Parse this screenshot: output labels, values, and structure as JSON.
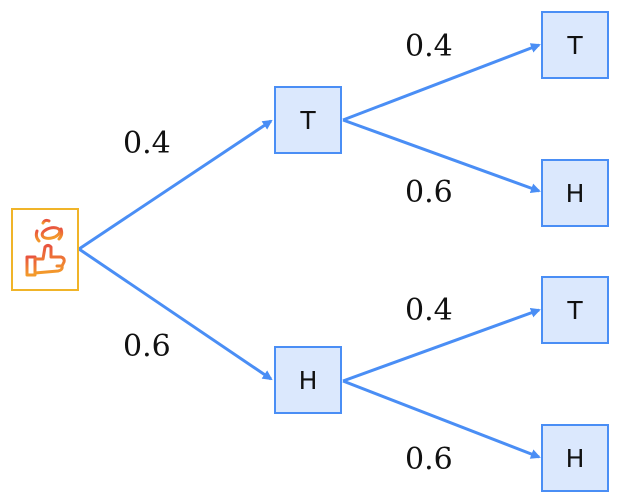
{
  "root": {
    "icon": "hand-coin-flip-icon",
    "border_color": "#f0b429",
    "icon_colors": [
      "#e8543f",
      "#f39a2b"
    ]
  },
  "colors": {
    "edge": "#4a8ef5",
    "node_fill": "#dbe8fd",
    "node_border": "#4a8ef5"
  },
  "level1": [
    {
      "label": "T",
      "prob": "0.4"
    },
    {
      "label": "H",
      "prob": "0.6"
    }
  ],
  "level2": [
    {
      "label": "T",
      "prob": "0.4"
    },
    {
      "label": "H",
      "prob": "0.6"
    },
    {
      "label": "T",
      "prob": "0.4"
    },
    {
      "label": "H",
      "prob": "0.6"
    }
  ]
}
